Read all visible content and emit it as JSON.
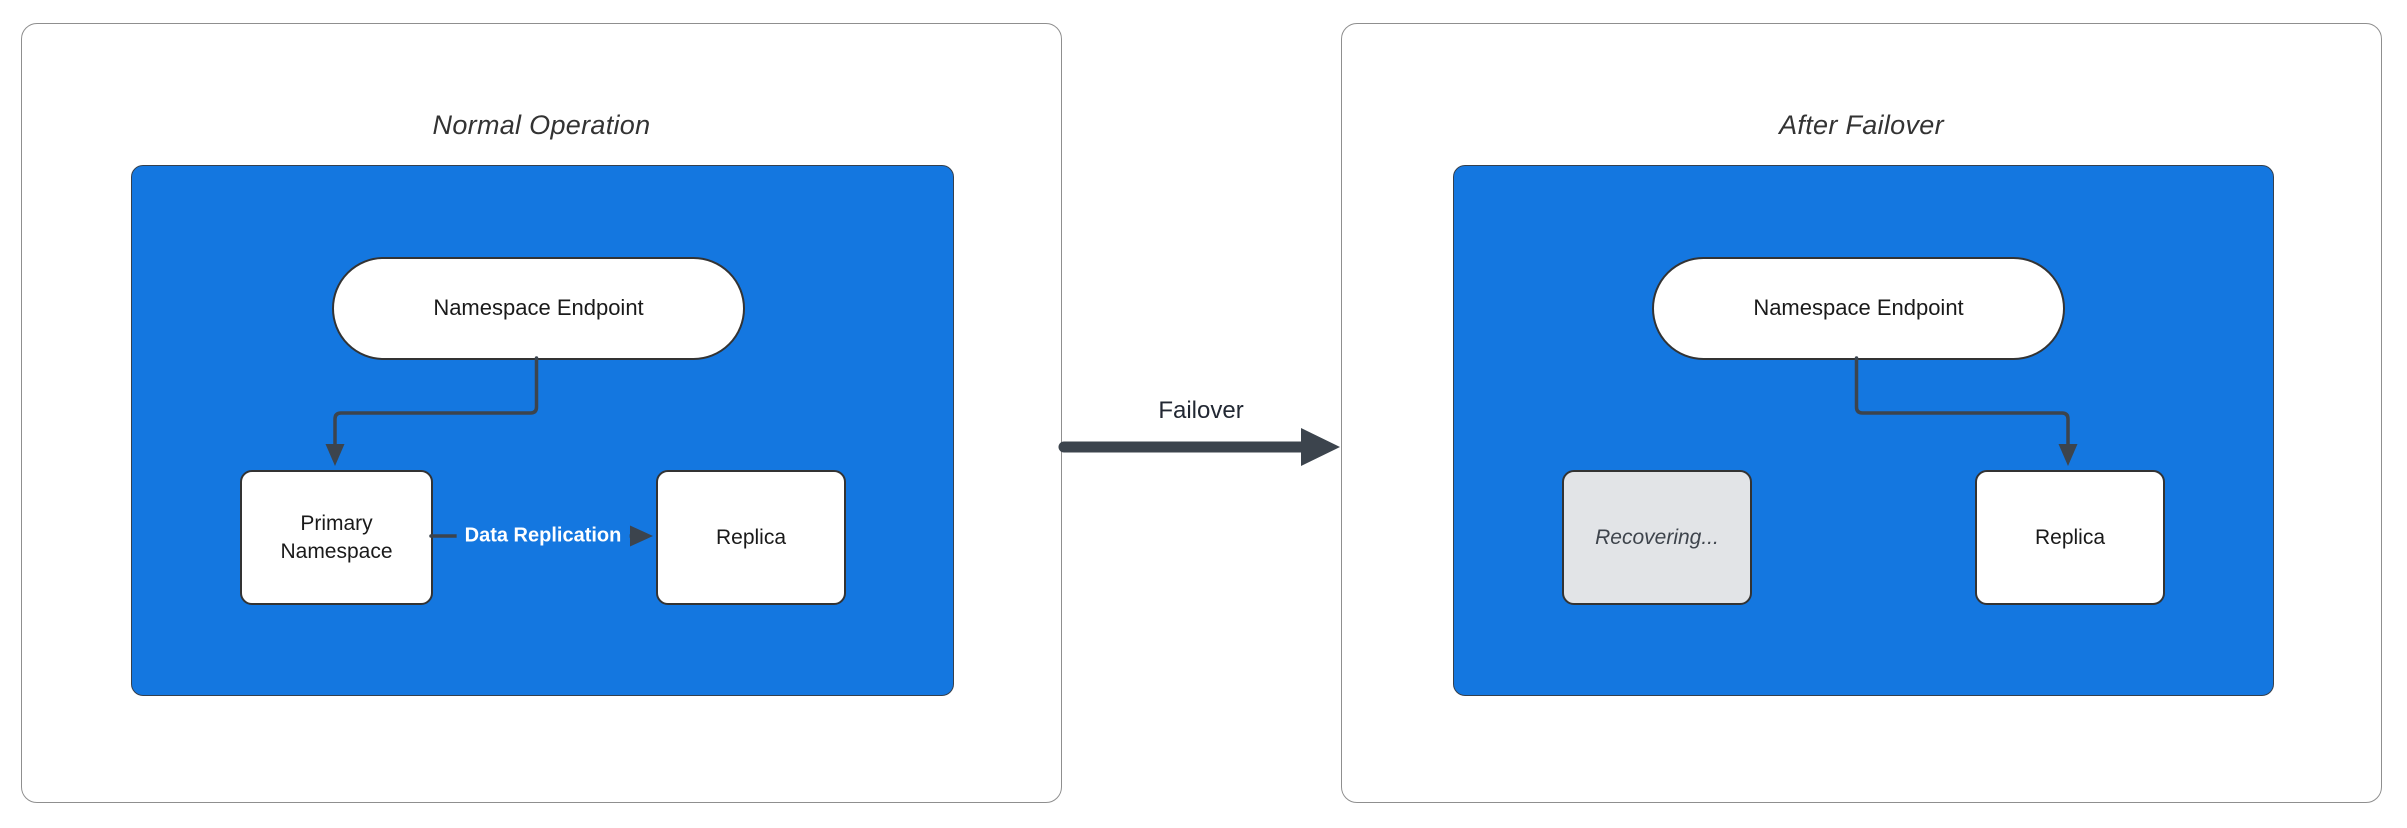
{
  "diagram_type": "flowchart",
  "panels": [
    {
      "title": "Normal Operation",
      "nodes": [
        {
          "id": "endpoint",
          "label": "Namespace Endpoint",
          "shape": "stadium"
        },
        {
          "id": "primary",
          "label": "Primary Namespace",
          "shape": "rect"
        },
        {
          "id": "replica",
          "label": "Replica",
          "shape": "rect"
        }
      ],
      "edges": [
        {
          "from": "endpoint",
          "to": "primary",
          "label": ""
        },
        {
          "from": "primary",
          "to": "replica",
          "label": "Data Replication"
        }
      ]
    },
    {
      "title": "After Failover",
      "nodes": [
        {
          "id": "endpoint",
          "label": "Namespace Endpoint",
          "shape": "stadium"
        },
        {
          "id": "recovering",
          "label": "Recovering...",
          "shape": "rect",
          "state": "inactive"
        },
        {
          "id": "replica",
          "label": "Replica",
          "shape": "rect"
        }
      ],
      "edges": [
        {
          "from": "endpoint",
          "to": "replica",
          "label": ""
        }
      ]
    }
  ],
  "transition": {
    "label": "Failover"
  },
  "colors": {
    "cluster_fill": "#1477e0",
    "recovering_fill": "#e2e4e7",
    "arrow_color": "#3c444d",
    "node_border": "#333333",
    "panel_border": "#8f8f8f",
    "title_color": "#333333",
    "edge_label_text": "#ffffff"
  }
}
